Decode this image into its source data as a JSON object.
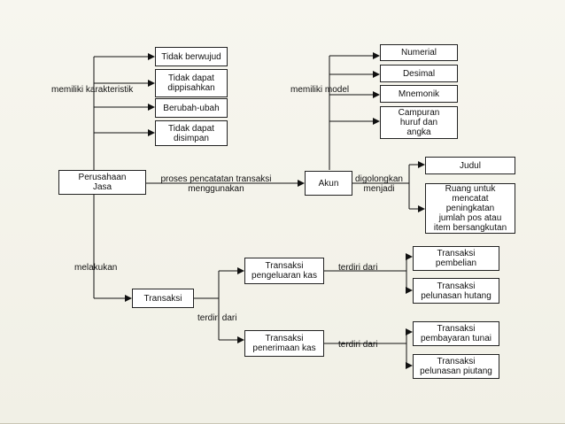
{
  "diagram": {
    "nodes": {
      "perusahaan": "Perusahaan\nJasa",
      "tidak_berwujud": "Tidak berwujud",
      "tidak_dipisahkan": "Tidak dapat\ndippisahkan",
      "berubah": "Berubah-ubah",
      "tidak_disimpan": "Tidak dapat\ndisimpan",
      "akun": "Akun",
      "numerial": "Numerial",
      "desimal": "Desimal",
      "mnemonik": "Mnemonik",
      "campuran": "Campuran\nhuruf dan\nangka",
      "judul": "Judul",
      "ruang": "Ruang untuk\nmencatat\npeningkatan\njumlah pos atau\nitem bersangkutan",
      "transaksi": "Transaksi",
      "pengeluaran": "Transaksi\npengeluaran kas",
      "penerimaan": "Transaksi\npenerimaan kas",
      "pembelian": "Transaksi\npembelian",
      "pelunasan_hutang": "Transaksi\npelunasan hutang",
      "pembayaran_tunai": "Transaksi\npembayaran tunai",
      "pelunasan_piutang": "Transaksi\npelunasan piutang"
    },
    "labels": {
      "memiliki_karakteristik": "memiliki karakteristik",
      "memiliki_model": "memiliki model",
      "proses": "proses pencatatan transaksi\nmenggunakan",
      "digolongkan": "digolongkan\nmenjadi",
      "melakukan": "melakukan",
      "terdiri_dari_1": "terdiri dari",
      "terdiri_dari_2": "terdiri dari",
      "terdiri_dari_3": "terdiri dari"
    }
  }
}
